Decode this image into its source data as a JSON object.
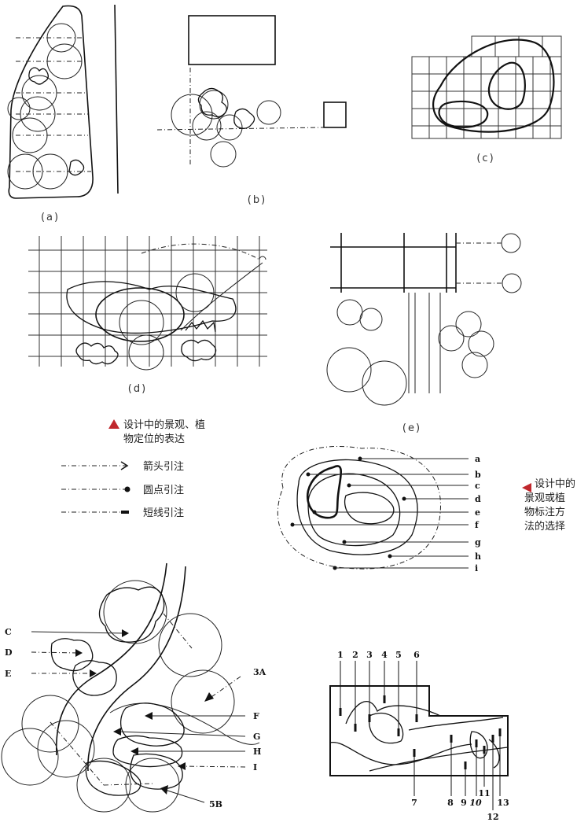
{
  "captions": {
    "a": "(a)",
    "b": "(b)",
    "c": "(c)",
    "d": "(d)",
    "e": "(e)"
  },
  "note_left": [
    "设计中的景观、植",
    "物定位的表达"
  ],
  "note_right": [
    "设计中的",
    "景观或植",
    "物标注方",
    "法的选择"
  ],
  "legend": {
    "arrow": "箭头引注",
    "dot": "圆点引注",
    "short": "短线引注"
  },
  "letters_abc": [
    "a",
    "b",
    "c",
    "d",
    "e",
    "f",
    "g",
    "h",
    "i"
  ],
  "labels_bottom_left": {
    "C": "C",
    "D": "D",
    "E": "E",
    "F": "F",
    "G": "G",
    "H": "H",
    "I": "I",
    "3A": "3A",
    "5B": "5B"
  },
  "numbers_bottom_right": [
    "1",
    "2",
    "3",
    "4",
    "5",
    "6",
    "7",
    "8",
    "9",
    "10",
    "11",
    "12",
    "13"
  ],
  "colors": {
    "accent": "#c0282d",
    "line": "#111111"
  }
}
